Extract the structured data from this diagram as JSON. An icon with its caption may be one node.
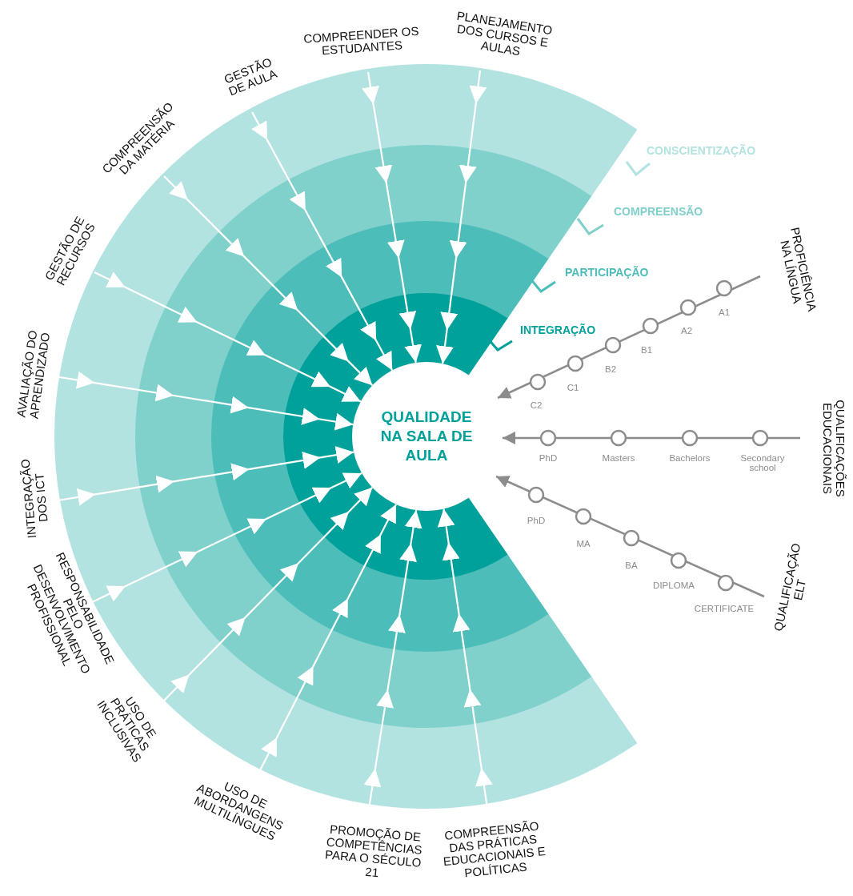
{
  "diagram": {
    "nodes": [
      {
        "text": [
          "QUALIDADE NA SALA DE AULA"
        ]
      },
      {
        "text": [
          "PLANEJAMENTO DOS CURSOS E AULAS"
        ]
      },
      {
        "text": [
          "COMPREENDER OS ESTUDANTES"
        ]
      },
      {
        "text": [
          "GESTÃO DE AULA"
        ]
      },
      {
        "text": [
          "COMPREENSÃO DA MATÉRIA"
        ]
      },
      {
        "text": [
          "GESTÃO DE RECURSOS"
        ]
      },
      {
        "text": [
          "AVALIAÇÃO DO APRENDIZADO"
        ]
      },
      {
        "text": [
          "INTEGRAÇÃO DOS ICT"
        ]
      },
      {
        "text": [
          "RESPONSABILIDADE PELO DESENVOLVIMENTO PROFISSIONAL"
        ]
      },
      {
        "text": [
          "USO DE PRÁTICAS INCLUSIVAS"
        ]
      },
      {
        "text": [
          "USO DE ABORDANGENS MULTILÍNGUES"
        ]
      },
      {
        "text": [
          "PROMOÇÃO DE COMPETÊNCIAS PARA O SÉCULO 21"
        ]
      },
      {
        "text": [
          "COMPREENSÃO DAS PRÁTICAS EDUCACIONAIS E POLÍTICAS"
        ]
      },
      {
        "text": [
          "PROFICIÊNCIA NA LÍNGUA"
        ]
      },
      {
        "text": [
          "QUALIFICAÇÕES EDUCACIONAIS"
        ]
      },
      {
        "text": [
          "QUALIFICAÇÃO ELT"
        ]
      }
    ],
    "edges": [
      {
        "from": 1,
        "to": 0,
        "arrow": "to"
      },
      {
        "from": 2,
        "to": 0,
        "arrow": "to"
      },
      {
        "from": 3,
        "to": 0,
        "arrow": "to"
      },
      {
        "from": 4,
        "to": 0,
        "arrow": "to"
      },
      {
        "from": 5,
        "to": 0,
        "arrow": "to"
      },
      {
        "from": 6,
        "to": 0,
        "arrow": "to"
      },
      {
        "from": 7,
        "to": 0,
        "arrow": "to"
      },
      {
        "from": 8,
        "to": 0,
        "arrow": "to"
      },
      {
        "from": 9,
        "to": 0,
        "arrow": "to"
      },
      {
        "from": 10,
        "to": 0,
        "arrow": "to"
      },
      {
        "from": 11,
        "to": 0,
        "arrow": "to"
      },
      {
        "from": 12,
        "to": 0,
        "arrow": "to"
      },
      {
        "from": 13,
        "to": 0,
        "arrow": "to",
        "color": "#8c8c8c"
      },
      {
        "from": 14,
        "to": 0,
        "arrow": "to",
        "color": "#8c8c8c"
      },
      {
        "from": 15,
        "to": 0,
        "arrow": "to",
        "color": "#8c8c8c"
      }
    ],
    "labels": [
      "CONSCIENTIZAÇÃO",
      "COMPREENSÃO",
      "PARTICIPAÇÃO",
      "INTEGRAÇÃO",
      "A1",
      "A2",
      "B1",
      "B2",
      "C1",
      "C2",
      "PhD",
      "Masters",
      "Bachelors",
      "Secondary school",
      "PhD",
      "MA",
      "BA",
      "DIPLOMA",
      "CERTIFICATE"
    ]
  }
}
